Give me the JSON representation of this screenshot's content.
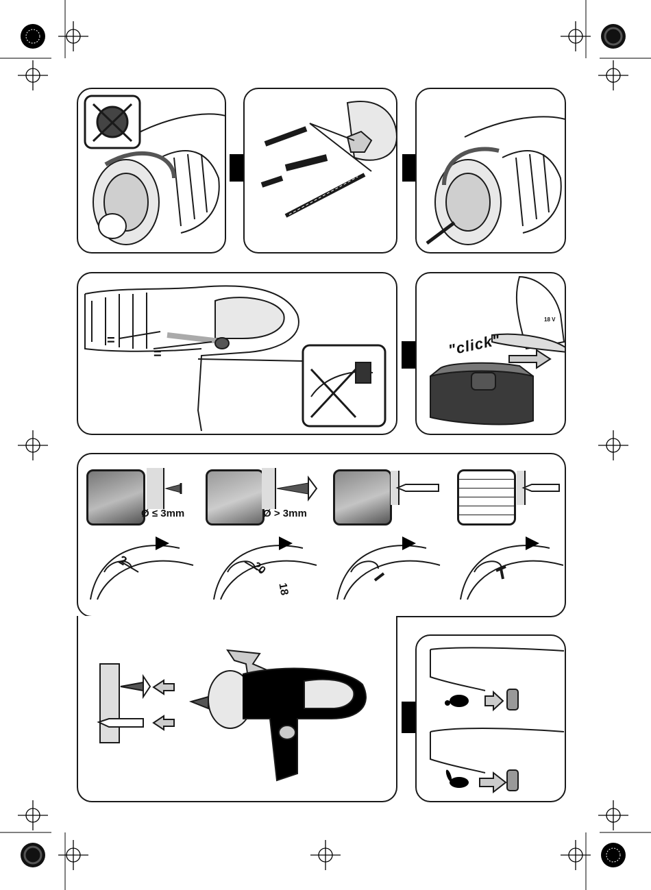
{
  "panels": {
    "battery": {
      "click_text": "\"click\"",
      "voltage_label": "18 V"
    },
    "screw_labels": {
      "small": "Ø ≤ 3mm",
      "large": "Ø > 3mm"
    },
    "dial_numbers": {
      "d1_number": "2",
      "d2_number_a": "20",
      "d2_number_b": "18"
    },
    "switch_marks": {
      "mark_1": "=",
      "mark_2": "="
    }
  },
  "colors": {
    "ink": "#1a1a1a",
    "gray_fill": "#bdbdbd",
    "dark_fill": "#3a3a3a"
  }
}
